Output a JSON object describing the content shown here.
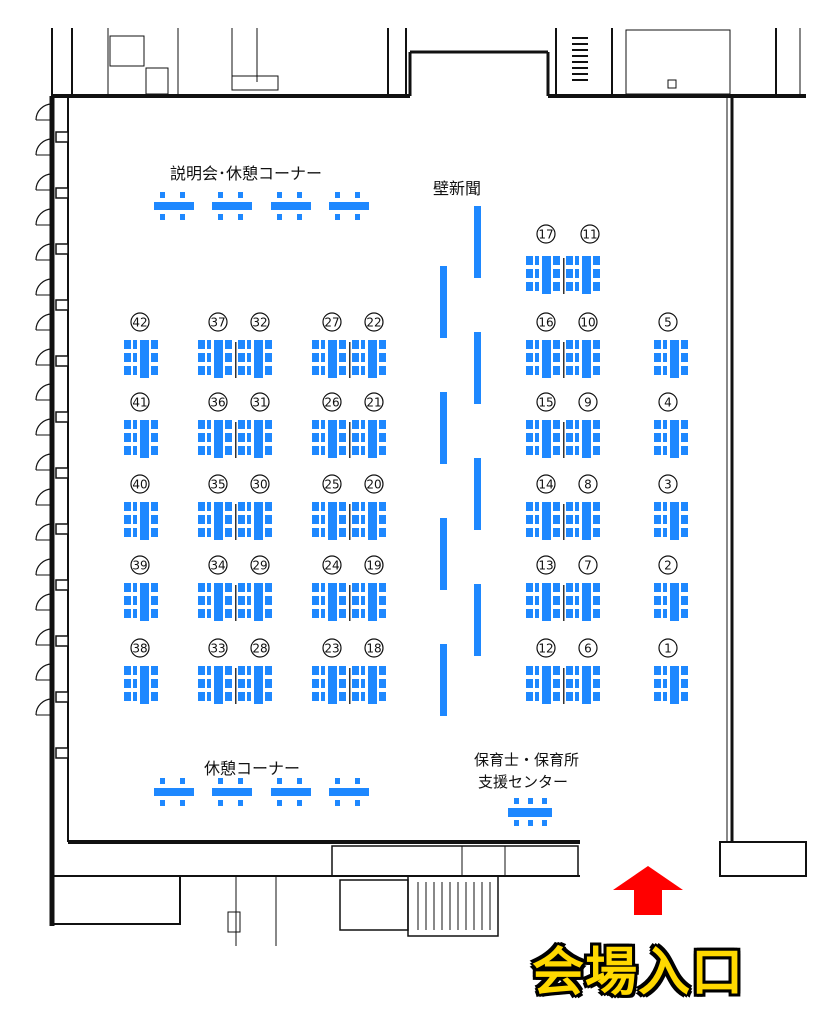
{
  "labels": {
    "briefing_corner": "説明会･休憩コーナー",
    "wall_newspaper": "壁新聞",
    "rest_corner": "休憩コーナー",
    "support_center_line1": "保育士・保育所",
    "support_center_line2": "支援センター",
    "entrance": "会場入口"
  },
  "booths": [
    "①",
    "②",
    "③",
    "④",
    "⑤",
    "⑥",
    "⑦",
    "⑧",
    "⑨",
    "⑩",
    "⑪",
    "⑫",
    "⑬",
    "⑭",
    "⑮",
    "⑯",
    "⑰",
    "⑱",
    "⑲",
    "⑳",
    "㉑",
    "㉒",
    "㉓",
    "㉔",
    "㉕",
    "㉖",
    "㉗",
    "㉘",
    "㉙",
    "㉚",
    "㉛",
    "㉜",
    "㉝",
    "㉞",
    "㉟",
    "㊱",
    "㊲",
    "㊳",
    "㊴",
    "㊵",
    "㊶",
    "㊷"
  ],
  "colors": {
    "booth": "#1e88ff",
    "wall": "#111111",
    "arrow": "#ff0000",
    "entrance_text": "#ffd800"
  }
}
